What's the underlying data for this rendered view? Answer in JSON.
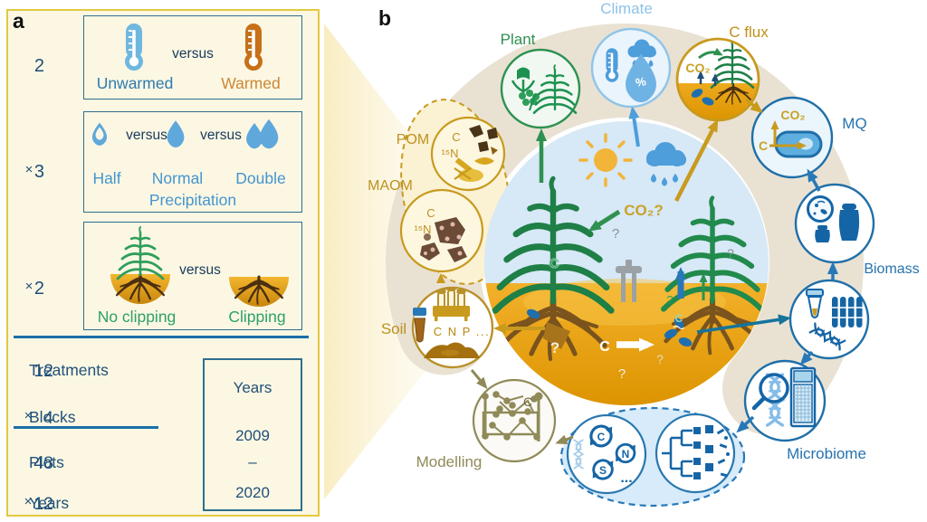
{
  "panel_a": {
    "label": "a",
    "factors": [
      {
        "multiplier": "",
        "count": "2",
        "versus": "versus",
        "options": [
          "Unwarmed",
          "Warmed"
        ]
      },
      {
        "multiplier": "×",
        "count": "3",
        "versus": "versus",
        "options": [
          "Half",
          "Normal",
          "Double"
        ],
        "caption": "Precipitation"
      },
      {
        "multiplier": "×",
        "count": "2",
        "versus": "versus",
        "options": [
          "No clipping",
          "Clipping"
        ]
      }
    ],
    "summary": [
      {
        "multiplier": "",
        "number": "12",
        "unit": "Treatments"
      },
      {
        "multiplier": "×",
        "number": "4",
        "unit": "Blocks"
      },
      {
        "multiplier": "",
        "number": "48",
        "unit": "Plots"
      },
      {
        "multiplier": "×",
        "number": "12",
        "unit": "Years"
      }
    ],
    "years_box": {
      "title": "Years",
      "from": "2009",
      "separator": "–",
      "to": "2020"
    }
  },
  "panel_b": {
    "label": "b",
    "nodes": {
      "plant": "Plant",
      "climate": "Climate",
      "c_flux": "C flux",
      "mq": "MQ",
      "biomass": "Biomass",
      "microbiome": "Microbiome",
      "modelling": "Modelling",
      "soil": "Soil",
      "pom": "POM",
      "maom": "MAOM"
    },
    "annotations": {
      "co2q": "CO₂?",
      "co2": "CO₂",
      "c": "C",
      "n": "N",
      "s": "S",
      "n15": "¹⁵N",
      "cnp": "C N P ...",
      "q": "?",
      "percent": "%",
      "dots": "..."
    }
  },
  "colors": {
    "accent_gold": "#C89A1E",
    "accent_green": "#2E9150",
    "accent_blue": "#2878B8",
    "accent_light_blue": "#8CC2E8",
    "accent_olive": "#8F8A58",
    "panel_border": "#E3C93E",
    "text_navy": "#1F4E79",
    "soil_gold": "#E8A619",
    "sky_blue": "#D7E8F6"
  }
}
